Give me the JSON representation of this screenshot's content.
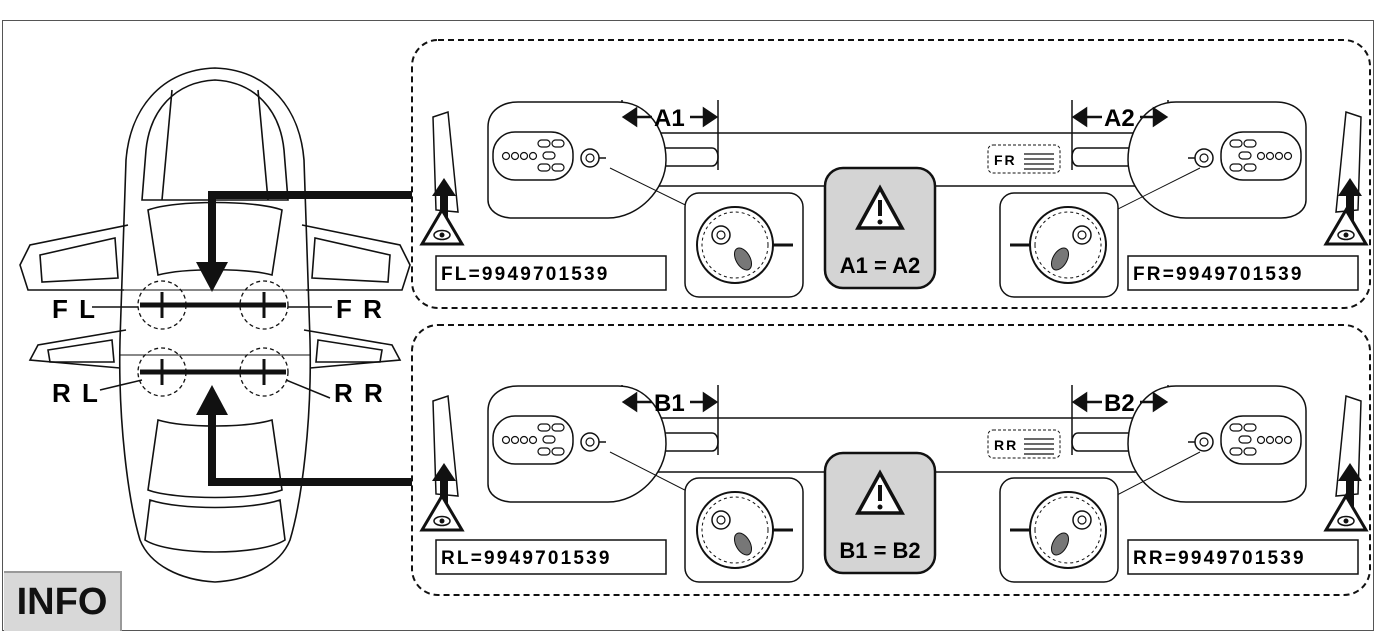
{
  "wheel_labels": {
    "fl": "F L",
    "fr": "F R",
    "rl": "R L",
    "rr": "R R"
  },
  "front_panel": {
    "dim_left": "A1",
    "dim_right": "A2",
    "equality": "A1 = A2",
    "plate": "FR",
    "code_left": "FL=9949701539",
    "code_right": "FR=9949701539"
  },
  "rear_panel": {
    "dim_left": "B1",
    "dim_right": "B2",
    "equality": "B1 = B2",
    "plate": "RR",
    "code_left": "RL=9949701539",
    "code_right": "RR=9949701539"
  },
  "info_label": "INFO",
  "colors": {
    "line": "#111111",
    "warning_box": "#d4d4d4",
    "badge": "#d8d8d8"
  },
  "icons": [
    "warning-icon",
    "eye-warning-icon",
    "adjuster-dial-icon",
    "sensor-head-icon"
  ]
}
